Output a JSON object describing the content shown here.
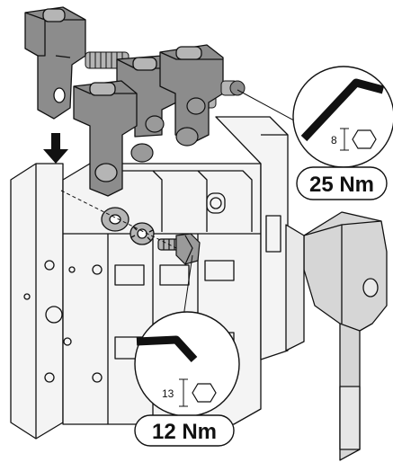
{
  "callout_top": {
    "tool_icon": "hex-key-icon",
    "size_label": "8",
    "torque_label": "25 Nm"
  },
  "callout_bottom": {
    "tool_icon": "hex-key-icon",
    "size_label": "13",
    "torque_label": "12 Nm"
  },
  "arrow_icon": "down-arrow-icon",
  "colors": {
    "terminal_dark": "#8c8c8c",
    "terminal_mid": "#b5b5b5",
    "body_light": "#f4f4f4",
    "handle": "#d6d6d6",
    "outline": "#111111"
  }
}
